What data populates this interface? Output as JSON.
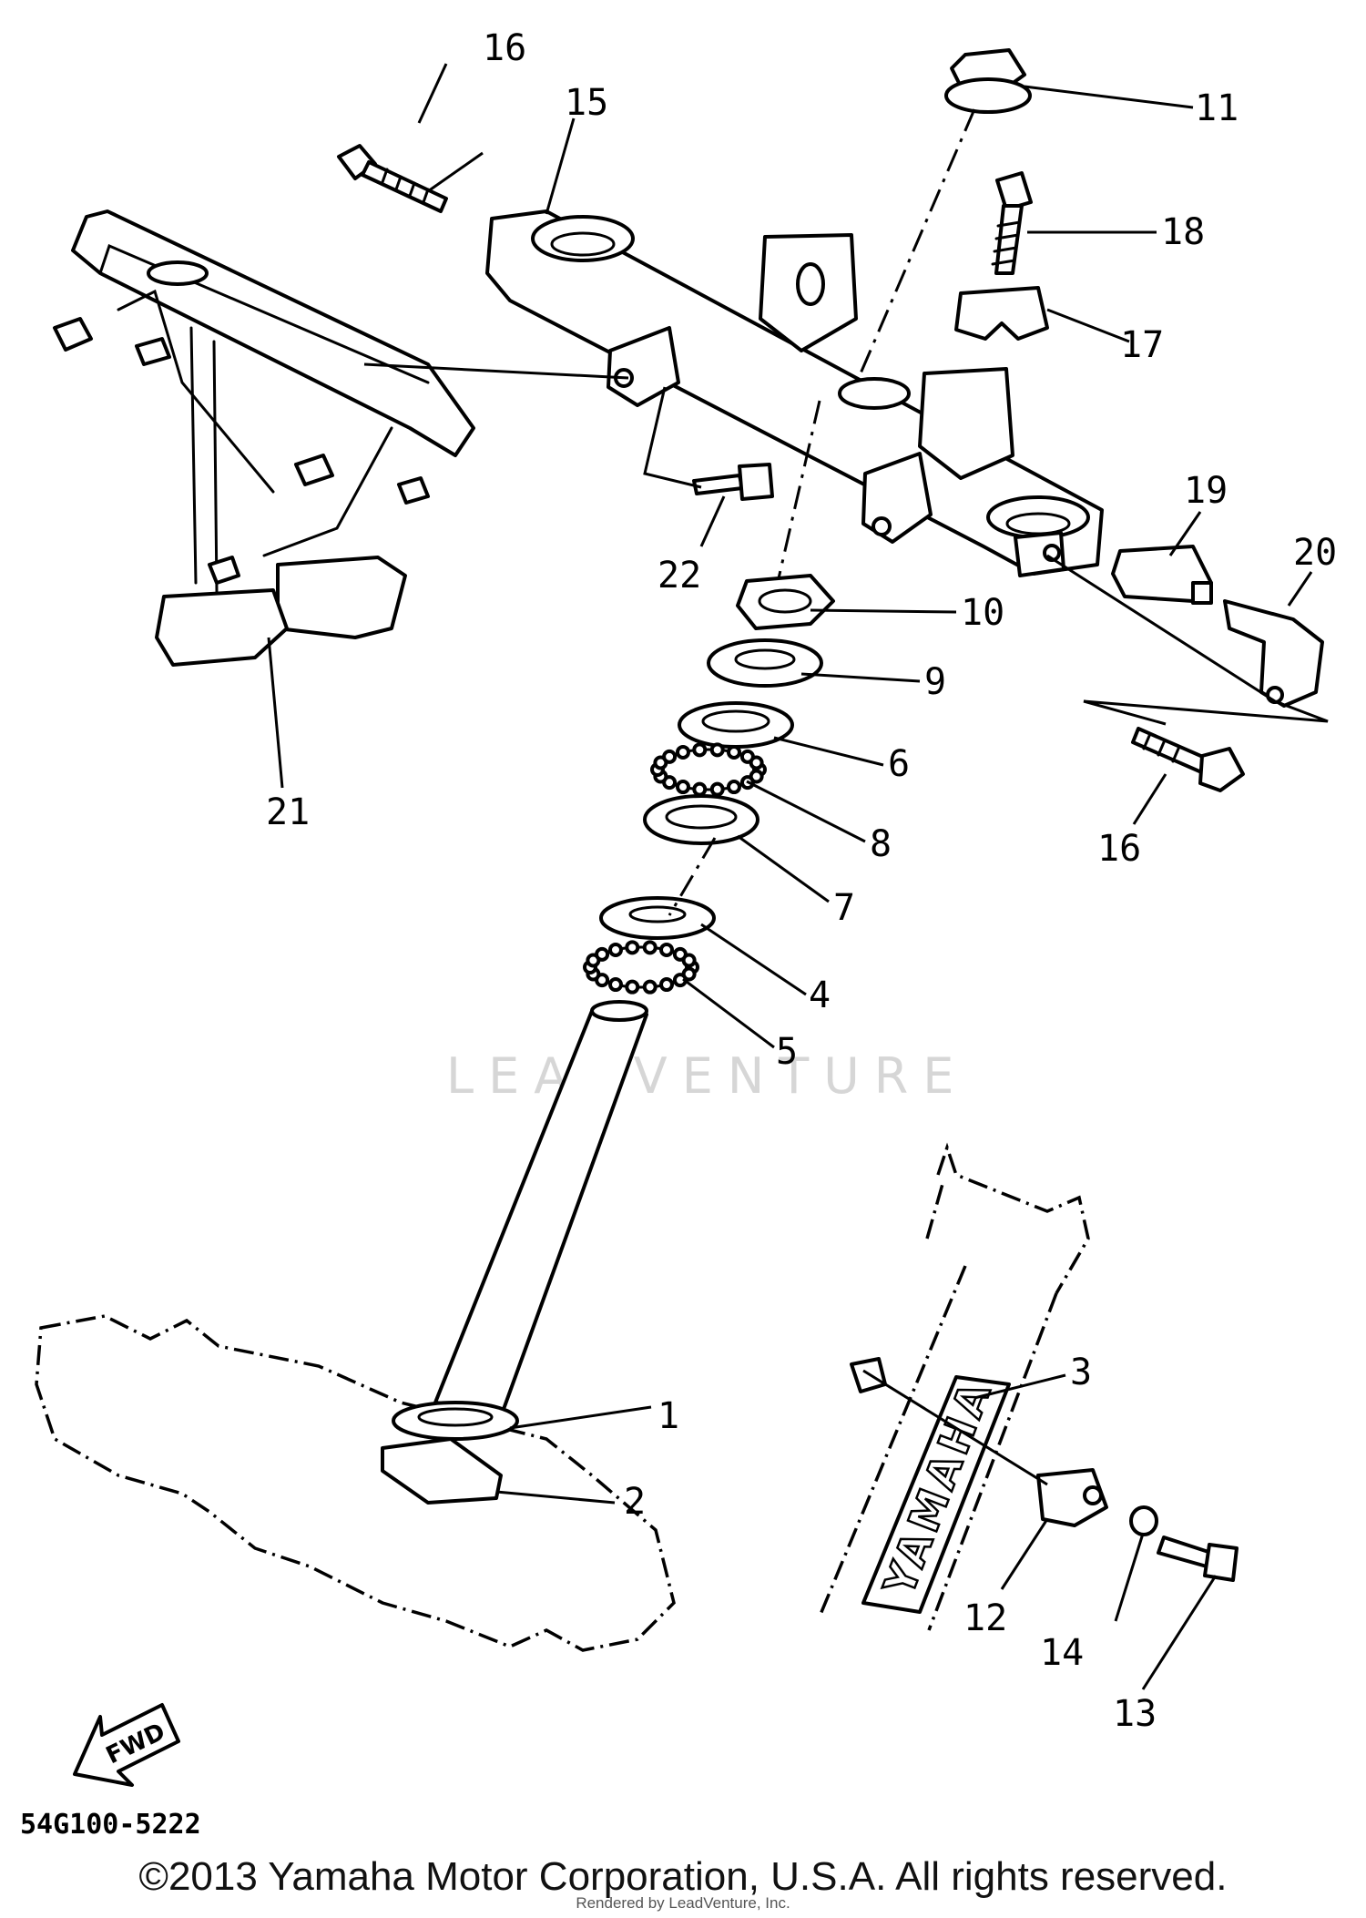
{
  "diagram": {
    "callouts": [
      {
        "id": "c1",
        "label": "1"
      },
      {
        "id": "c2",
        "label": "2"
      },
      {
        "id": "c3",
        "label": "3"
      },
      {
        "id": "c4",
        "label": "4"
      },
      {
        "id": "c5",
        "label": "5"
      },
      {
        "id": "c6",
        "label": "6"
      },
      {
        "id": "c7",
        "label": "7"
      },
      {
        "id": "c8",
        "label": "8"
      },
      {
        "id": "c9",
        "label": "9"
      },
      {
        "id": "c10",
        "label": "10"
      },
      {
        "id": "c11",
        "label": "11"
      },
      {
        "id": "c12",
        "label": "12"
      },
      {
        "id": "c13",
        "label": "13"
      },
      {
        "id": "c14",
        "label": "14"
      },
      {
        "id": "c15",
        "label": "15"
      },
      {
        "id": "c16a",
        "label": "16"
      },
      {
        "id": "c16b",
        "label": "16"
      },
      {
        "id": "c17",
        "label": "17"
      },
      {
        "id": "c18",
        "label": "18"
      },
      {
        "id": "c19",
        "label": "19"
      },
      {
        "id": "c20",
        "label": "20"
      },
      {
        "id": "c21",
        "label": "21"
      },
      {
        "id": "c22",
        "label": "22"
      }
    ],
    "fwd_label": "FWD",
    "fork_brand": "YAMAHA",
    "diagram_code": "54G100-5222",
    "watermark": "LEADVENTURE"
  },
  "footer": {
    "copyright": "©2013 Yamaha Motor Corporation, U.S.A. All rights reserved.",
    "rendered_by": "Rendered by LeadVenture, Inc."
  }
}
